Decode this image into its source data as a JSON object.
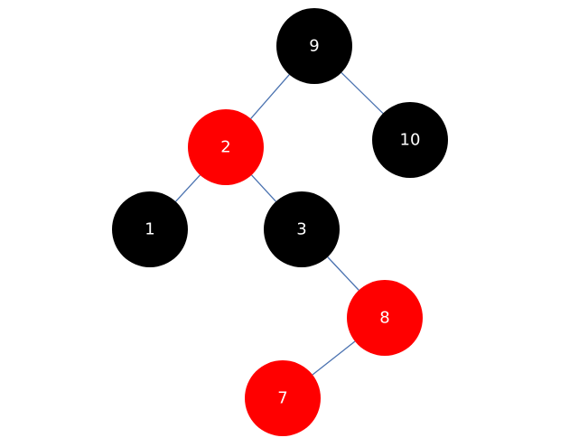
{
  "tree": {
    "colors": {
      "black": "#000000",
      "red": "#ff0000",
      "edge": "#4a72b0",
      "label": "#ffffff"
    },
    "nodes": [
      {
        "id": "n9",
        "label": "9",
        "color": "black"
      },
      {
        "id": "n2",
        "label": "2",
        "color": "red"
      },
      {
        "id": "n10",
        "label": "10",
        "color": "black"
      },
      {
        "id": "n1",
        "label": "1",
        "color": "black"
      },
      {
        "id": "n3",
        "label": "3",
        "color": "black"
      },
      {
        "id": "n8",
        "label": "8",
        "color": "red"
      },
      {
        "id": "n7",
        "label": "7",
        "color": "red"
      }
    ],
    "edges": [
      {
        "from": "n9",
        "to": "n2"
      },
      {
        "from": "n9",
        "to": "n10"
      },
      {
        "from": "n2",
        "to": "n1"
      },
      {
        "from": "n2",
        "to": "n3"
      },
      {
        "from": "n3",
        "to": "n8"
      },
      {
        "from": "n8",
        "to": "n7"
      }
    ]
  }
}
